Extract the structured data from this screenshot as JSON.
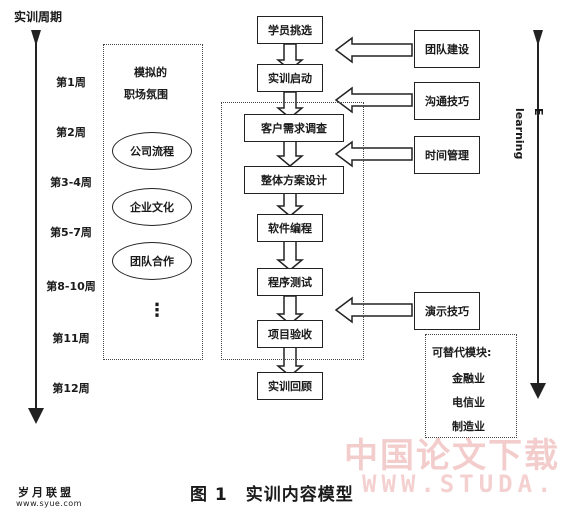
{
  "timeline": {
    "title": "实训周期",
    "weeks": [
      "第1周",
      "第2周",
      "第3-4周",
      "第5-7周",
      "第8-10周",
      "第11周",
      "第12周"
    ]
  },
  "atmosphere": {
    "title_line1": "模拟的",
    "title_line2": "职场氛围",
    "items": [
      "公司流程",
      "企业文化",
      "团队合作"
    ],
    "more": "⋮"
  },
  "steps": [
    "学员挑选",
    "实训启动",
    "客户需求调查",
    "整体方案设计",
    "软件编程",
    "程序测试",
    "项目验收",
    "实训回顾"
  ],
  "skills": [
    "团队建设",
    "沟通技巧",
    "时间管理",
    "演示技巧"
  ],
  "modules": {
    "title": "可替代模块:",
    "items": [
      "金融业",
      "电信业",
      "制造业"
    ]
  },
  "elearning": "E-learning",
  "caption": "图 1　实训内容模型",
  "watermark": {
    "cn": "中国论文下载",
    "en": "WWW.STUDA."
  },
  "logo": {
    "name": "岁月联盟",
    "url": "www.syue.com"
  }
}
